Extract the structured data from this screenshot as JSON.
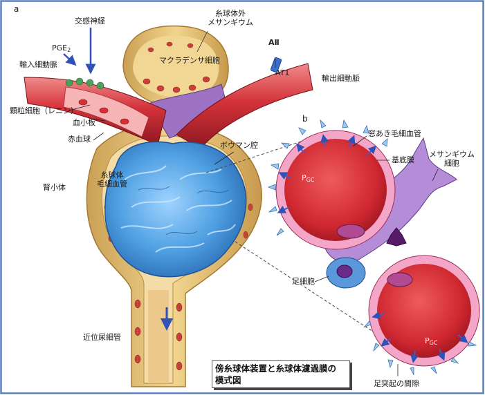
{
  "panels": {
    "a": "a",
    "b": "b"
  },
  "labels_a": {
    "sympathetic_nerve": "交感神経",
    "extraglomerular_mesangium_line1": "糸球体外",
    "extraglomerular_mesangium_line2": "メサンギウム",
    "angiotensin": "AⅡ",
    "at1": "AT1",
    "pge2": "PGE",
    "pge2_sub": "2",
    "afferent_arteriole": "輸入細動脈",
    "macula_densa": "マクラデンサ細胞",
    "efferent_arteriole": "輸出細動脈",
    "granular_cell": "顆粒細胞（レニン）",
    "platelet": "血小板",
    "red_blood_cell": "赤血球",
    "bowman_space": "ボウマン腔",
    "renal_corpuscle": "腎小体",
    "glomerular_capillary_line1": "糸球体",
    "glomerular_capillary_line2": "毛細血管",
    "proximal_tubule": "近位尿細管"
  },
  "labels_b": {
    "fenestrated_capillary": "窓あき毛細血管",
    "basement_membrane": "基底膜",
    "mesangial_cell_line1": "メサンギウム",
    "mesangial_cell_line2": "細胞",
    "pgc_top": "P",
    "pgc_top_sub": "GC",
    "pgc_bottom": "P",
    "pgc_bottom_sub": "GC",
    "podocyte": "足細胞",
    "slit_pore": "足突起の間隙"
  },
  "caption": {
    "line1": "傍糸球体装置と糸球体濾過膜の",
    "line2": "模式図"
  },
  "colors": {
    "frame_border": "#5a7fb8",
    "vessel_red": "#d2343c",
    "capsule_tan": "#e0b86a",
    "glomerulus_blue": "#5aa8e6",
    "mesangium_purple": "#a67cc4",
    "arrow_blue": "#2f52b8",
    "basement_pink": "#e06aa0"
  }
}
